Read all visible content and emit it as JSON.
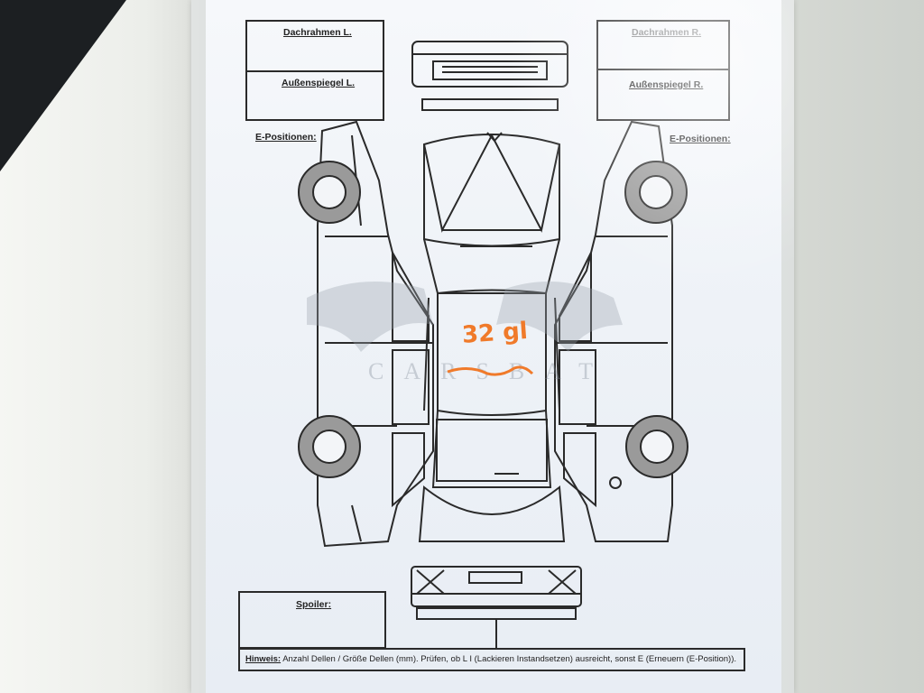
{
  "form": {
    "roof_left_label": "Dachrahmen L.",
    "roof_right_label": "Dachrahmen R.",
    "mirror_left_label": "Außenspiegel L.",
    "mirror_right_label": "Außenspiegel R.",
    "e_positions_left": "E-Positionen:",
    "e_positions_right": "E-Positionen:",
    "spoiler_label": "Spoiler:",
    "hint_title": "Hinweis:",
    "hint_text": "Anzahl Dellen / Größe Dellen (mm). Prüfen, ob L I (Lackieren Instandsetzen) ausreicht, sonst E (Erneuern (E-Position))."
  },
  "handwriting": {
    "roof_note": "32 gl",
    "roof_note_color": "#f07a2a"
  },
  "watermark": {
    "text": "CARSBAT",
    "color": "#9aa3ad"
  },
  "colors": {
    "ink": "#2a2a2a",
    "tire": "#9a9a9a"
  }
}
